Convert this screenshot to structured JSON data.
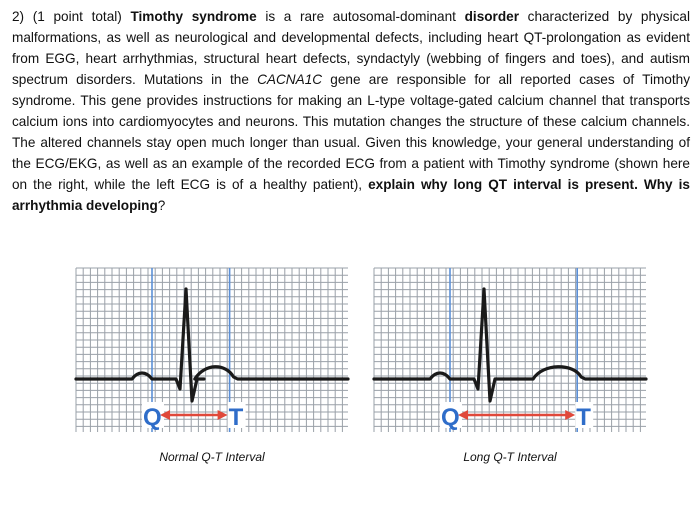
{
  "question": {
    "p1": "2) (1 point total) ",
    "b1": "Timothy syndrome",
    "p2": " is a rare autosomal-dominant ",
    "b2": "disorder",
    "p3": " characterized by physical malformations, as well as neurological and developmental defects, including heart QT-prolongation as evident from EGG, heart arrhythmias, structural heart defects, syndactyly (webbing of fingers and toes), and autism spectrum disorders. Mutations in the ",
    "i1": "CACNA1C",
    "p4": " gene are responsible for all reported cases of Timothy syndrome. This gene provides instructions for making an L-type voltage-gated calcium channel that transports calcium ions into cardiomyocytes and neurons. This mutation changes the structure of these calcium channels. The altered channels stay open much longer than usual. Given this knowledge, your general understanding of the ECG/EKG, as well as an example of the recorded ECG from a patient with Timothy syndrome (shown here on the right, while the left ECG is of a healthy patient), ",
    "b3": "explain why long QT interval is present. Why is arrhythmia developing",
    "p5": "?"
  },
  "figures": [
    {
      "q_label": "Q",
      "t_label": "T",
      "caption": "Normal Q-T Interval",
      "qt_fraction": 0.36
    },
    {
      "q_label": "Q",
      "t_label": "T",
      "caption": "Long Q-T Interval",
      "qt_fraction": 0.67
    }
  ],
  "colors": {
    "grid": "#9aa0a8",
    "vline": "#5b8fd6",
    "arrow": "#e0483a",
    "label": "#2f6dc9",
    "trace": "#1a1a1a"
  }
}
